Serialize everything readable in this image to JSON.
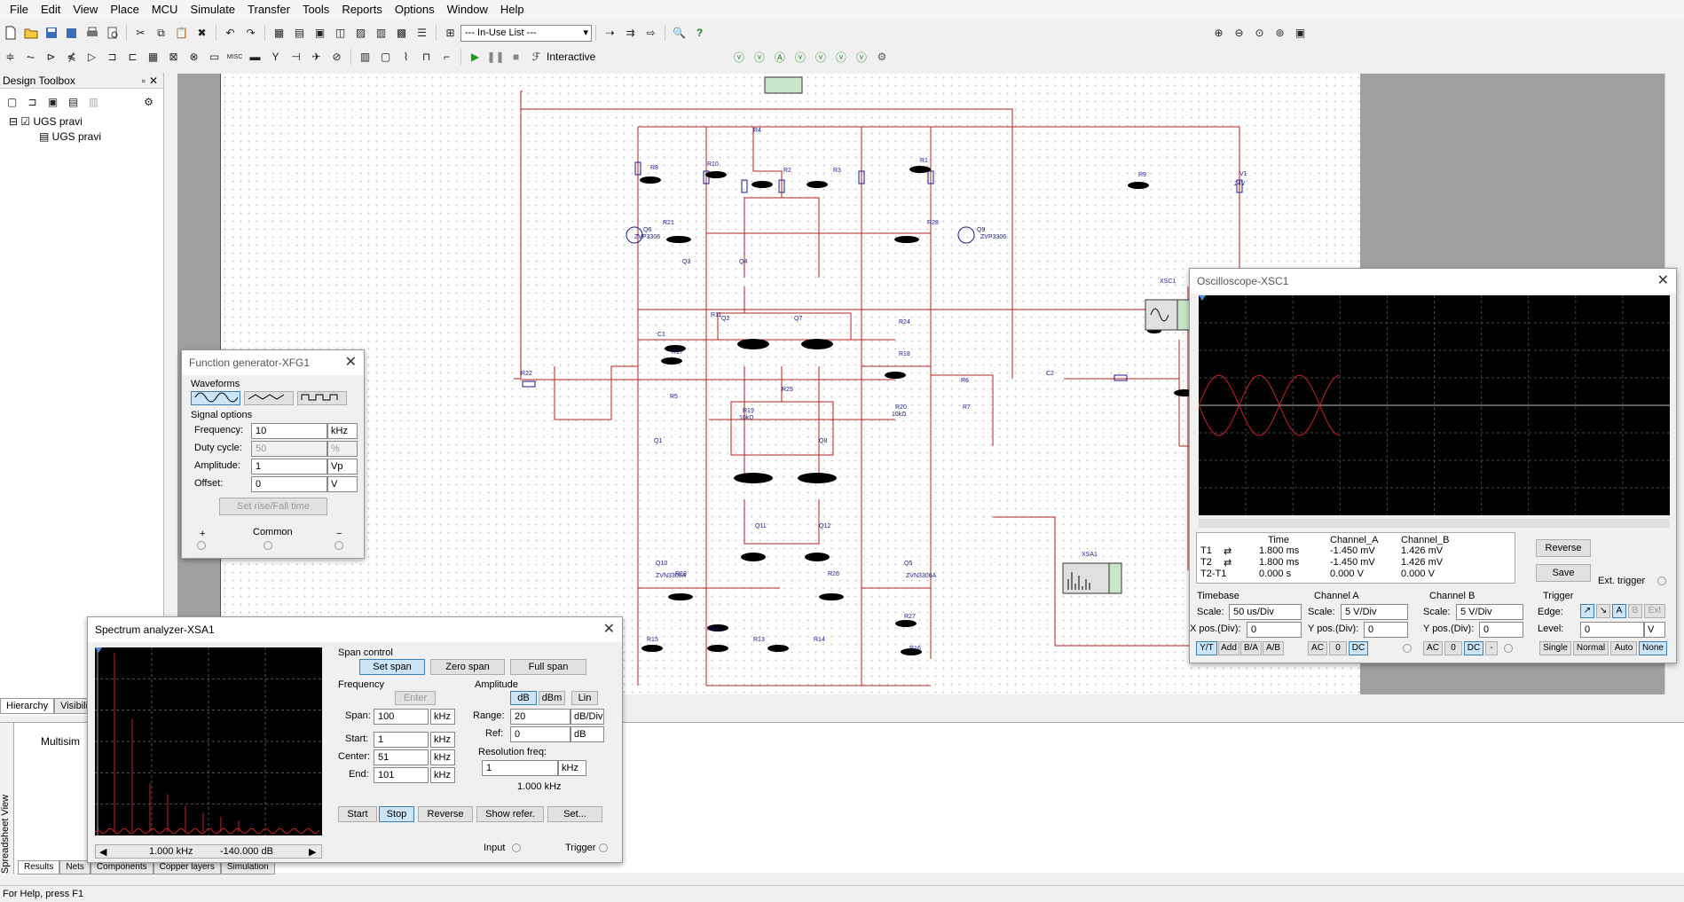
{
  "menu": [
    "File",
    "Edit",
    "View",
    "Place",
    "MCU",
    "Simulate",
    "Transfer",
    "Tools",
    "Reports",
    "Options",
    "Window",
    "Help"
  ],
  "toolbar": {
    "inuse_label": "--- In-Use List ---",
    "interactive_label": "Interactive"
  },
  "design_toolbox": {
    "title": "Design Toolbox",
    "tree": [
      {
        "label": "UGS pravi"
      },
      {
        "label": "UGS pravi"
      }
    ],
    "tabs": [
      "Hierarchy",
      "Visibility"
    ]
  },
  "spreadsheet": {
    "side_label": "Spreadsheet View",
    "content": "Multisim",
    "tabs": [
      "Results",
      "Nets",
      "Components",
      "Copper layers",
      "Simulation"
    ]
  },
  "status": {
    "help": "For Help, press F1"
  },
  "colors": {
    "wire": "#b22222",
    "component": "#1a1a8a",
    "scope_bg": "#000000",
    "trace": "#cc2222"
  },
  "schematic": {
    "labels": [
      "R4",
      "R8",
      "R10",
      "R2",
      "R3",
      "R1",
      "R9",
      "V1",
      "24V",
      "Q6",
      "ZVP3306",
      "R21",
      "R28",
      "Q9",
      "ZVP3306",
      "Q3",
      "Q4",
      "R11",
      "Q2",
      "Q7",
      "R24",
      "C1",
      "R17",
      "R18",
      "R22",
      "R5",
      "R19",
      "10kΩ",
      "R25",
      "R20",
      "10kΩ",
      "R7",
      "R6",
      "C2",
      "Q1",
      "Q8",
      "Q11",
      "Q12",
      "Q10",
      "R23",
      "R26",
      "Q5",
      "ZVN3306A",
      "ZVN3306A",
      "R12",
      "R27",
      "R15",
      "R13",
      "R14",
      "R16",
      "XSC1",
      "XSA1"
    ]
  },
  "function_generator": {
    "title": "Function generator-XFG1",
    "waveforms_label": "Waveforms",
    "signal_options_label": "Signal options",
    "frequency_label": "Frequency:",
    "frequency_value": "10",
    "frequency_unit": "kHz",
    "duty_label": "Duty cycle:",
    "duty_value": "50",
    "duty_unit": "%",
    "amplitude_label": "Amplitude:",
    "amplitude_value": "1",
    "amplitude_unit": "Vp",
    "offset_label": "Offset:",
    "offset_value": "0",
    "offset_unit": "V",
    "rise_button": "Set rise/Fall time",
    "plus": "+",
    "common": "Common",
    "minus": "−"
  },
  "oscilloscope": {
    "title": "Oscilloscope-XSC1",
    "readout_headers": [
      "Time",
      "Channel_A",
      "Channel_B"
    ],
    "rows": [
      {
        "label": "T1",
        "time": "1.800 ms",
        "a": "-1.450 mV",
        "b": "1.426 mV"
      },
      {
        "label": "T2",
        "time": "1.800 ms",
        "a": "-1.450 mV",
        "b": "1.426 mV"
      },
      {
        "label": "T2-T1",
        "time": "0.000 s",
        "a": "0.000 V",
        "b": "0.000 V"
      }
    ],
    "reverse": "Reverse",
    "save": "Save",
    "ext_trigger": "Ext. trigger",
    "timebase_label": "Timebase",
    "scale_label": "Scale:",
    "timebase_scale": "50 us/Div",
    "xpos_label": "X pos.(Div):",
    "xpos": "0",
    "cha_label": "Channel A",
    "cha_scale": "5  V/Div",
    "ypos_label": "Y pos.(Div):",
    "cha_ypos": "0",
    "chb_label": "Channel B",
    "chb_scale": "5  V/Div",
    "chb_ypos": "0",
    "trigger_label": "Trigger",
    "edge_label": "Edge:",
    "level_label": "Level:",
    "level": "0",
    "level_unit": "V",
    "tb_buttons": [
      "Y/T",
      "Add",
      "B/A",
      "A/B"
    ],
    "cha_buttons": [
      "AC",
      "0",
      "DC"
    ],
    "chb_buttons": [
      "AC",
      "0",
      "DC",
      "-"
    ],
    "trig_buttons": [
      "Single",
      "Normal",
      "Auto",
      "None"
    ],
    "edge_buttons": [
      "A",
      "B",
      "Ext"
    ],
    "sine_amplitude_div": 0.95,
    "sine_cycles": 3.5
  },
  "spectrum": {
    "title": "Spectrum analyzer-XSA1",
    "span_control_label": "Span control",
    "set_span": "Set span",
    "zero_span": "Zero span",
    "full_span": "Full span",
    "frequency_label": "Frequency",
    "enter": "Enter",
    "span_label": "Span:",
    "span": "100",
    "span_unit": "kHz",
    "start_label": "Start:",
    "start": "1",
    "start_unit": "kHz",
    "center_label": "Center:",
    "center": "51",
    "center_unit": "kHz",
    "end_label": "End:",
    "end": "101",
    "end_unit": "kHz",
    "amplitude_label": "Amplitude",
    "db": "dB",
    "dbm": "dBm",
    "lin": "Lin",
    "range_label": "Range:",
    "range": "20",
    "range_unit": "dB/Div",
    "ref_label": "Ref:",
    "ref": "0",
    "ref_unit": "dB",
    "res_label": "Resolution freq:",
    "res": "1",
    "res_unit": "kHz",
    "res_display": "1.000 kHz",
    "start_btn": "Start",
    "stop_btn": "Stop",
    "reverse_btn": "Reverse",
    "show_refer": "Show refer.",
    "set_btn": "Set...",
    "input_label": "Input",
    "trigger_label": "Trigger",
    "cursor_freq": "1.000 kHz",
    "cursor_amp": "-140.000  dB",
    "peaks": [
      0.97,
      0.62,
      0.28,
      0.22,
      0.16,
      0.12,
      0.1,
      0.08
    ]
  }
}
